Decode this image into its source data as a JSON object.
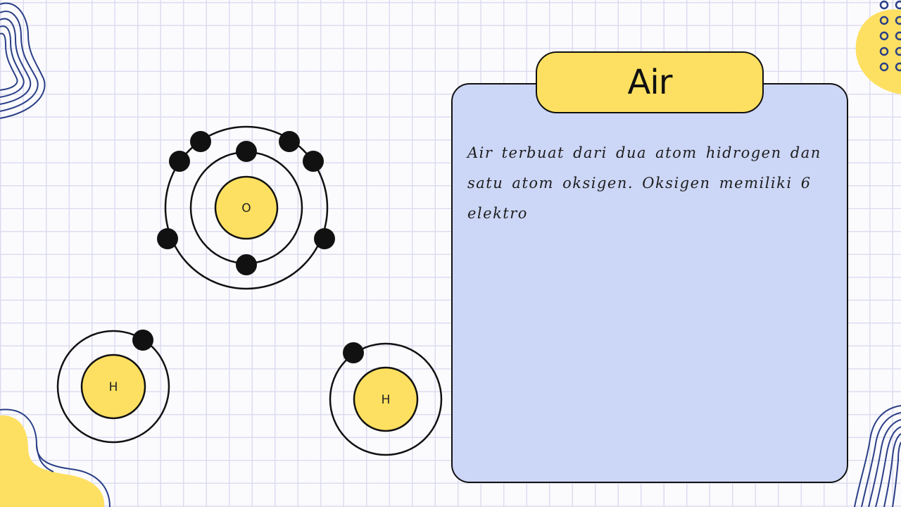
{
  "slide": {
    "title": "Air",
    "body": "Air terbuat dari dua atom hidrogen dan satu atom oksigen. Oksigen memiliki 6 elektro"
  },
  "atoms": {
    "oxygen": {
      "symbol": "O",
      "inner_shell_electrons": 2,
      "outer_shell_electrons": 6
    },
    "hydrogen_left": {
      "symbol": "H",
      "electrons": 1
    },
    "hydrogen_right": {
      "symbol": "H",
      "electrons": 1
    }
  },
  "colors": {
    "nucleus": "#fde061",
    "card": "#ccd6f6",
    "title_tab": "#fde061",
    "decor_blue": "#2a3f86",
    "decor_yellow": "#fde061",
    "grid": "#dcdcf0"
  }
}
